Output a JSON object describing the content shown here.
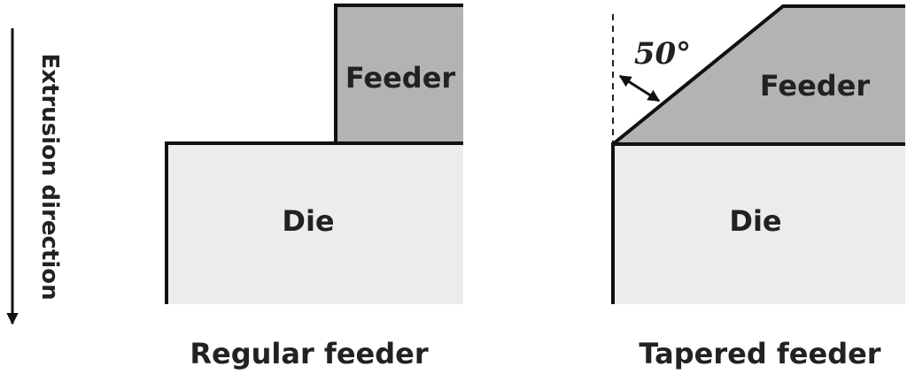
{
  "axis": {
    "label": "Extrusion direction"
  },
  "regular": {
    "caption": "Regular feeder",
    "feeder_label": "Feeder",
    "die_label": "Die"
  },
  "tapered": {
    "caption": "Tapered feeder",
    "feeder_label": "Feeder",
    "die_label": "Die",
    "angle_label": "50°"
  },
  "colors": {
    "feeder_fill": "#b3b3b3",
    "die_fill": "#ececec",
    "outline": "#111111"
  }
}
